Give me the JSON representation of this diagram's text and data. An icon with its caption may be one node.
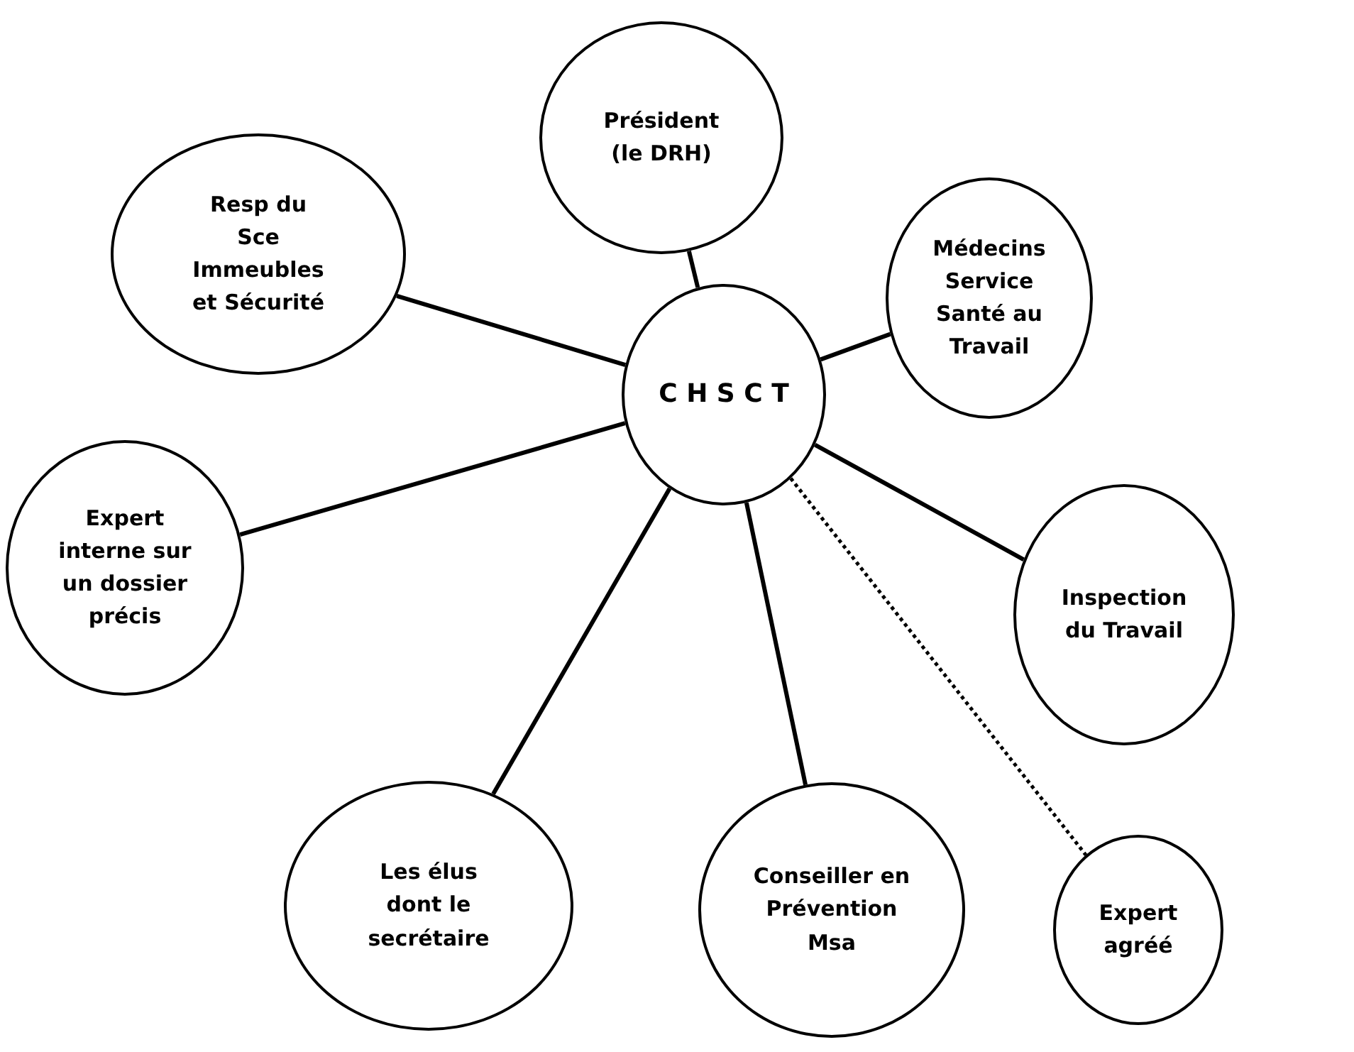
{
  "diagram": {
    "nodes": [
      {
        "text": [
          "Président (le DRH)"
        ]
      },
      {
        "text": [
          "Resp du Sce Immeubles et Sécurité"
        ]
      },
      {
        "text": [
          "Médecins Service Santé au Travail"
        ]
      },
      {
        "text": [
          "C H S C T"
        ]
      },
      {
        "text": [
          "Expert interne sur un dossier précis"
        ]
      },
      {
        "text": [
          "Inspection du Travail"
        ]
      },
      {
        "text": [
          "Les élus dont le secrétaire"
        ]
      },
      {
        "text": [
          "Conseiller en Prévention Msa"
        ]
      },
      {
        "text": [
          "Expert agréé"
        ]
      }
    ],
    "edges": [
      {
        "from": 3,
        "to": 0,
        "arrow": "none"
      },
      {
        "from": 3,
        "to": 1,
        "arrow": "none"
      },
      {
        "from": 3,
        "to": 2,
        "arrow": "none"
      },
      {
        "from": 3,
        "to": 4,
        "arrow": "none"
      },
      {
        "from": 3,
        "to": 5,
        "arrow": "none"
      },
      {
        "from": 3,
        "to": 6,
        "arrow": "none"
      },
      {
        "from": 3,
        "to": 7,
        "arrow": "none"
      },
      {
        "from": 3,
        "to": 8,
        "arrow": "none",
        "style": "dashed"
      }
    ]
  }
}
